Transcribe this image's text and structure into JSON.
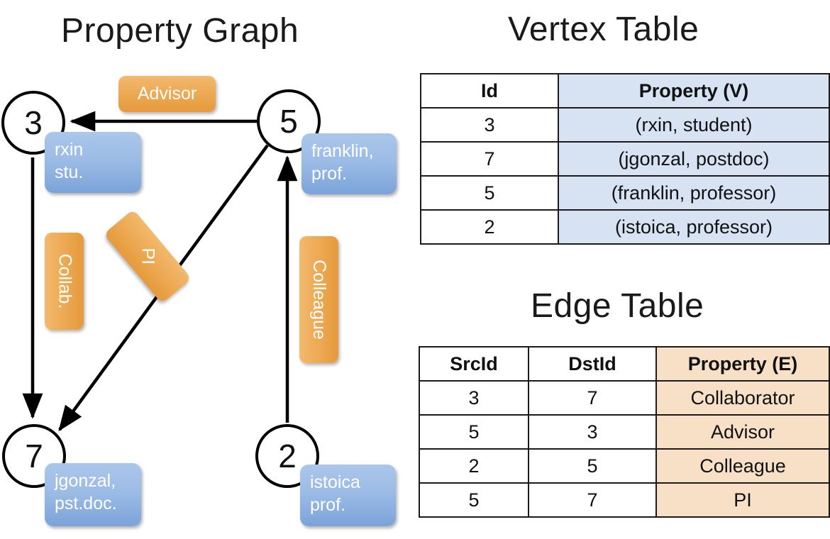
{
  "titles": {
    "graph": "Property Graph",
    "vertex_table": "Vertex Table",
    "edge_table": "Edge Table"
  },
  "graph": {
    "nodes": [
      {
        "id": "3",
        "property_lines": [
          "rxin",
          "stu."
        ]
      },
      {
        "id": "5",
        "property_lines": [
          "franklin,",
          "prof."
        ]
      },
      {
        "id": "7",
        "property_lines": [
          "jgonzal,",
          "pst.doc."
        ]
      },
      {
        "id": "2",
        "property_lines": [
          "istoica",
          "prof."
        ]
      }
    ],
    "edge_labels": [
      {
        "name": "Advisor",
        "text": "Advisor"
      },
      {
        "name": "Collab",
        "text": "Collab."
      },
      {
        "name": "PI",
        "text": "PI"
      },
      {
        "name": "Colleague",
        "text": "Colleague"
      }
    ],
    "edges": [
      {
        "src": "5",
        "dst": "3",
        "label": "Advisor"
      },
      {
        "src": "3",
        "dst": "7",
        "label": "Collab."
      },
      {
        "src": "5",
        "dst": "7",
        "label": "PI"
      },
      {
        "src": "2",
        "dst": "5",
        "label": "Colleague"
      }
    ]
  },
  "vertex_table": {
    "headers": [
      "Id",
      "Property (V)"
    ],
    "rows": [
      [
        "3",
        "(rxin, student)"
      ],
      [
        "7",
        "(jgonzal, postdoc)"
      ],
      [
        "5",
        "(franklin, professor)"
      ],
      [
        "2",
        "(istoica, professor)"
      ]
    ]
  },
  "edge_table": {
    "headers": [
      "SrcId",
      "DstId",
      "Property (E)"
    ],
    "rows": [
      [
        "3",
        "7",
        "Collaborator"
      ],
      [
        "5",
        "3",
        "Advisor"
      ],
      [
        "2",
        "5",
        "Colleague"
      ],
      [
        "5",
        "7",
        "PI"
      ]
    ]
  },
  "colors": {
    "vertex_property_fill": "#D7E2F3",
    "edge_property_fill": "#F8E0C7",
    "node_box_blue": "#9CBCE6",
    "edge_label_orange": "#EDA953",
    "stroke": "#111111",
    "background": "#FFFFFF"
  }
}
